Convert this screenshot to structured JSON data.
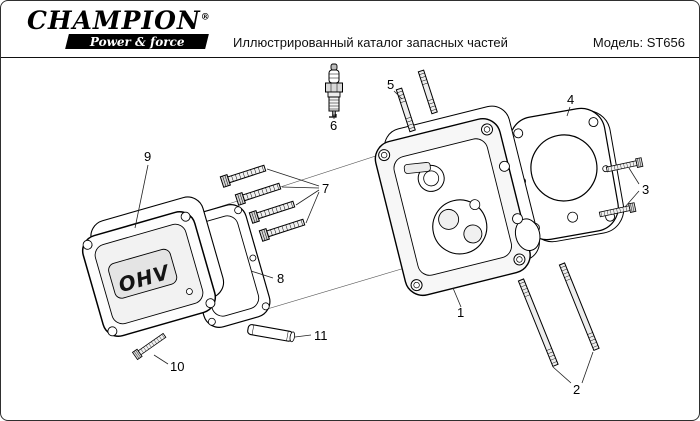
{
  "header": {
    "logo": {
      "brand": "CHAMPION",
      "registered_mark": "®",
      "tagline": "Power & force"
    },
    "title": "Иллюстрированный каталог запасных частей",
    "model": "Модель: ST656"
  },
  "diagram": {
    "cover_label": "OHV",
    "callouts": [
      {
        "n": "1"
      },
      {
        "n": "2"
      },
      {
        "n": "3"
      },
      {
        "n": "4"
      },
      {
        "n": "5"
      },
      {
        "n": "6"
      },
      {
        "n": "7"
      },
      {
        "n": "8"
      },
      {
        "n": "9"
      },
      {
        "n": "10"
      },
      {
        "n": "11"
      }
    ]
  },
  "colors": {
    "line": "#000000",
    "background": "#ffffff",
    "banner": "#000000"
  }
}
